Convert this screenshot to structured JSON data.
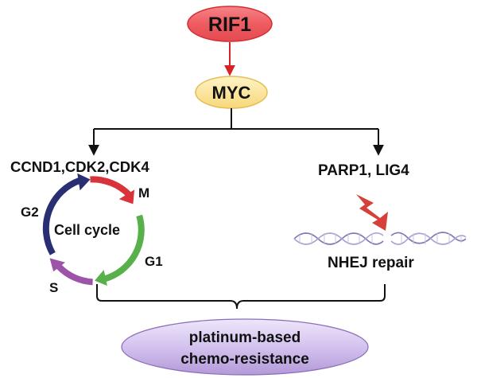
{
  "nodes": {
    "rif1": "RIF1",
    "myc": "MYC",
    "cell_cycle_genes": "CCND1,CDK2,CDK4",
    "repair_genes": "PARP1, LIG4",
    "nhej": "NHEJ repair",
    "outcome_line1": "platinum-based",
    "outcome_line2": "chemo-resistance"
  },
  "cell_cycle": {
    "center": "Cell cycle",
    "phases": [
      "M",
      "G1",
      "S",
      "G2"
    ]
  },
  "colors": {
    "rif1_fill": "#ee5b60",
    "rif1_edge": "#d62d33",
    "myc_fill": "#fbe39a",
    "myc_edge": "#e4bf56",
    "arrow_red": "#d42424",
    "phase_m": "#d8333b",
    "phase_g1": "#57b04a",
    "phase_s": "#9b54a7",
    "phase_g2": "#2a2f73",
    "outcome_fill": "#cbb8e6",
    "outcome_edge": "#8a6cb8",
    "dna": "#8c87b8",
    "lightning": "#d6403a"
  },
  "icons": [
    "dna-break-icon",
    "lightning-icon"
  ]
}
